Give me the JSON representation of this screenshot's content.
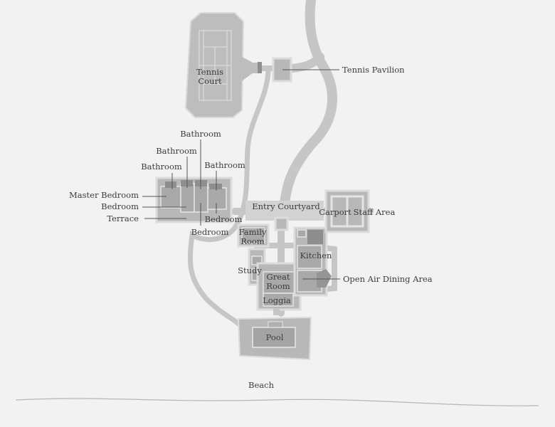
{
  "title": "Villa Site Plan",
  "labels": {
    "tennis_court_1": "Tennis",
    "tennis_court_2": "Court",
    "tennis_pavilion": "Tennis Pavilion",
    "bathroom_a": "Bathroom",
    "bathroom_b": "Bathroom",
    "bathroom_c": "Bathroom",
    "bathroom_d": "Bathroom",
    "master_bedroom": "Master Bedroom",
    "bedroom_a": "Bedroom",
    "terrace": "Terrace",
    "bedroom_b": "Bedroom",
    "bedroom_c": "Bedroom",
    "entry_courtyard": "Entry Courtyard",
    "carport": "Carport",
    "staff_area": "Staff Area",
    "family_room_1": "Family",
    "family_room_2": "Room",
    "kitchen": "Kitchen",
    "study": "Study",
    "great_room_1": "Great",
    "great_room_2": "Room",
    "loggia": "Loggia",
    "open_air_dining": "Open Air Dining Area",
    "pool": "Pool",
    "beach": "Beach"
  },
  "colors": {
    "background": "#f2f2f2",
    "path": "#c6c6c6",
    "building": "#b8b8b8",
    "room": "#a9a9a9",
    "text": "#3c3c3c"
  }
}
